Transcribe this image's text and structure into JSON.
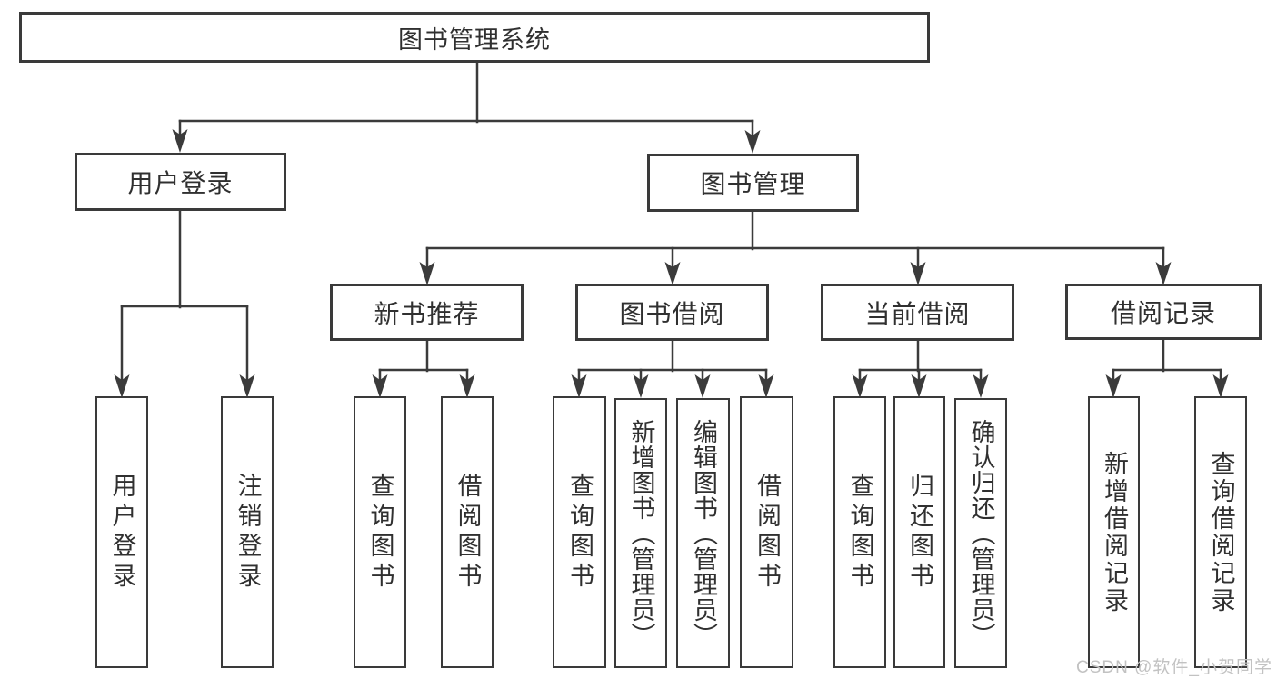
{
  "diagram": {
    "title": "图书管理系统",
    "root": {
      "label": "图书管理系统"
    },
    "level2": [
      {
        "label": "用户登录"
      },
      {
        "label": "图书管理"
      }
    ],
    "level3": [
      {
        "label": "新书推荐",
        "parent": "图书管理"
      },
      {
        "label": "图书借阅",
        "parent": "图书管理"
      },
      {
        "label": "当前借阅",
        "parent": "图书管理"
      },
      {
        "label": "借阅记录",
        "parent": "图书管理"
      }
    ],
    "leaves": [
      {
        "label": "用户登录",
        "parent": "用户登录"
      },
      {
        "label": "注销登录",
        "parent": "用户登录"
      },
      {
        "label": "查询图书",
        "parent": "新书推荐"
      },
      {
        "label": "借阅图书",
        "parent": "新书推荐"
      },
      {
        "label": "查询图书",
        "parent": "图书借阅"
      },
      {
        "label": "新增图书（管理员）",
        "parent": "图书借阅"
      },
      {
        "label": "编辑图书（管理员）",
        "parent": "图书借阅"
      },
      {
        "label": "借阅图书",
        "parent": "图书借阅"
      },
      {
        "label": "查询图书",
        "parent": "当前借阅"
      },
      {
        "label": "归还图书",
        "parent": "当前借阅"
      },
      {
        "label": "确认归还（管理员）",
        "parent": "当前借阅"
      },
      {
        "label": "新增借阅记录",
        "parent": "借阅记录"
      },
      {
        "label": "查询借阅记录",
        "parent": "借阅记录"
      }
    ]
  },
  "watermark": {
    "text": "CSDN @软件_小贺同学"
  },
  "colors": {
    "line": "#3b3b3b",
    "box_border": "#3a3a3a",
    "text": "#303030",
    "watermark": "#c2c2c2",
    "background": "#ffffff"
  }
}
